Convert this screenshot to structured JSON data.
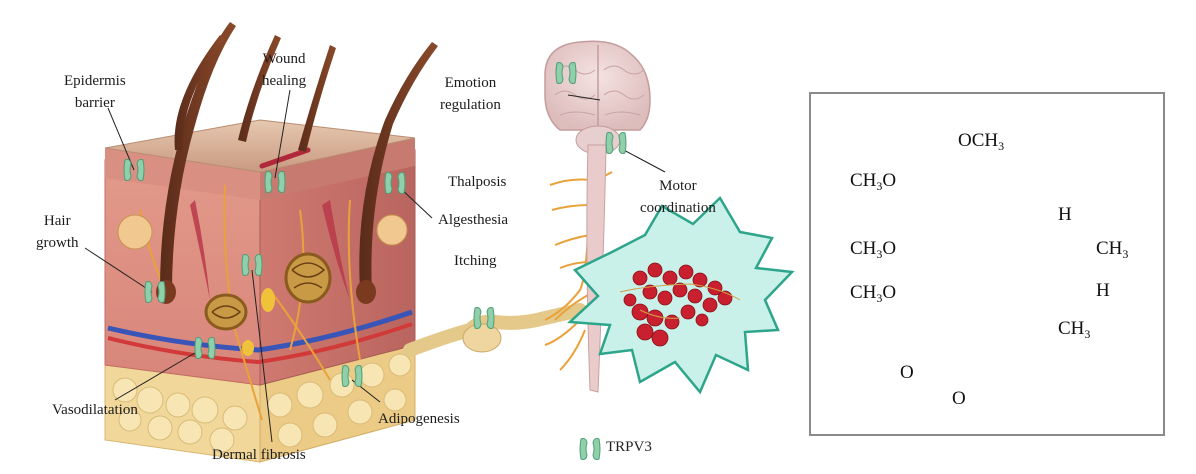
{
  "skin_labels": {
    "epidermis_barrier": "Epidermis\nbarrier",
    "wound_healing": "Wound\nhealing",
    "hair_growth": "Hair\ngrowth",
    "vasodilatation": "Vasodilatation",
    "dermal_fibrosis": "Dermal fibrosis",
    "adipogenesis": "Adipogenesis"
  },
  "neuro_labels": {
    "emotion_regulation": "Emotion\nregulation",
    "motor_coordination": "Motor\ncoordination",
    "thalposis": "Thalposis",
    "algesthesia": "Algesthesia",
    "itching": "Itching"
  },
  "legend": {
    "label": "TRPV3",
    "icon": "trpv3-channel-icon"
  },
  "chem": {
    "och3_top": "OCH",
    "och3_top_sub": "3",
    "ch3o_1": "CH",
    "ch3o_1_sub": "3",
    "ch3o_1_tail": "O",
    "ch3o_2": "CH",
    "ch3o_2_sub": "3",
    "ch3o_2_tail": "O",
    "ch3o_3": "CH",
    "ch3o_3_sub": "3",
    "ch3o_3_tail": "O",
    "h_top": "H",
    "ch3_right": "CH",
    "ch3_right_sub": "3",
    "h_right": "H",
    "ch3_bottom": "CH",
    "ch3_bottom_sub": "3",
    "o_left": "O",
    "o_right": "O"
  },
  "colors": {
    "channel": "#8fcfaa",
    "nerve": "#e9a23b",
    "skin_top": "#d9b59a",
    "dermis": "#e8a79a",
    "fat": "#f2dc9a",
    "burst_fill": "#bff0e6",
    "burst_stroke": "#2aa88a",
    "berry": "#c8202e"
  }
}
